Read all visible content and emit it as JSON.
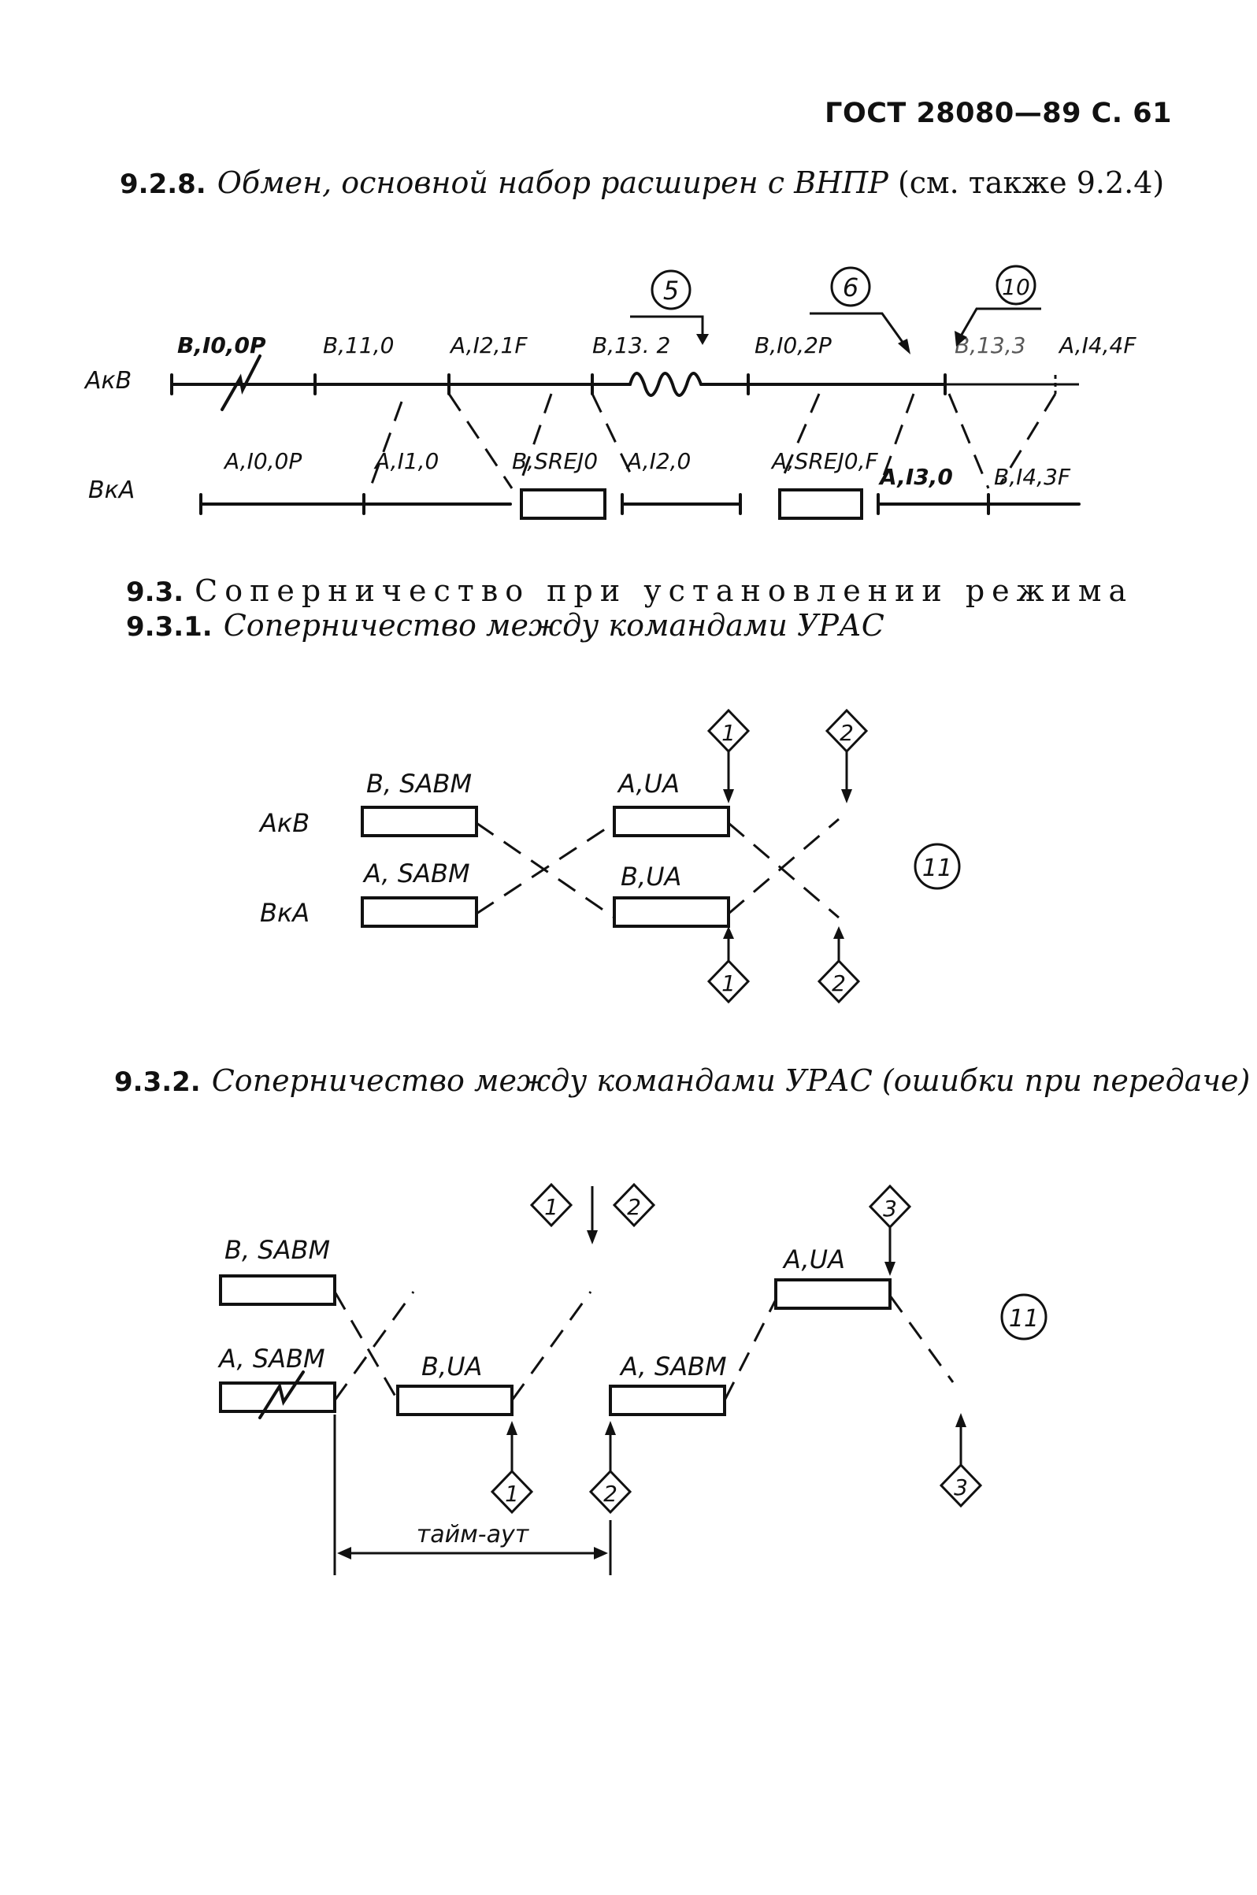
{
  "header": {
    "page_ref": "ГОСТ 28080—89 С. 61"
  },
  "s928": {
    "number": "9.2.8.",
    "title": "Обмен, основной набор расширен с ВНПР",
    "note": "(см. также 9.2.4)",
    "row_ab": "АкВ",
    "row_ba": "ВкА",
    "ab_frames": [
      "B,I0,0P",
      "B,11,0",
      "A,I2,1F",
      "B,13. 2",
      "B,I0,2P",
      "B,13,3",
      "A,I4,4F"
    ],
    "ba_frames": [
      "A,I0,0P",
      "A,I1,0",
      "B,SREJ0",
      "A,I2,0",
      "A,SREJ0,F",
      "A,I3,0",
      "B,I4,3F"
    ],
    "markers": [
      "5",
      "6",
      "10"
    ]
  },
  "s93": {
    "number": "9.3.",
    "title": "Соперничество при установлении режима"
  },
  "s931": {
    "number": "9.3.1.",
    "title": "Соперничество между командами УРАС",
    "row_ab": "АкВ",
    "row_ba": "ВкА",
    "ab_frames": [
      "B, SABM",
      "A,UA"
    ],
    "ba_frames": [
      "A, SABM",
      "B,UA"
    ],
    "markers": [
      "1",
      "2",
      "11"
    ]
  },
  "s932": {
    "number": "9.3.2.",
    "title": "Соперничество между командами УРАС (ошибки при передаче)",
    "frames": [
      "B, SABM",
      "A, SABM",
      "B,UA",
      "A, SABM",
      "A,UA"
    ],
    "markers": [
      "1",
      "2",
      "3",
      "11"
    ],
    "timeout_label": "тайм-аут"
  }
}
